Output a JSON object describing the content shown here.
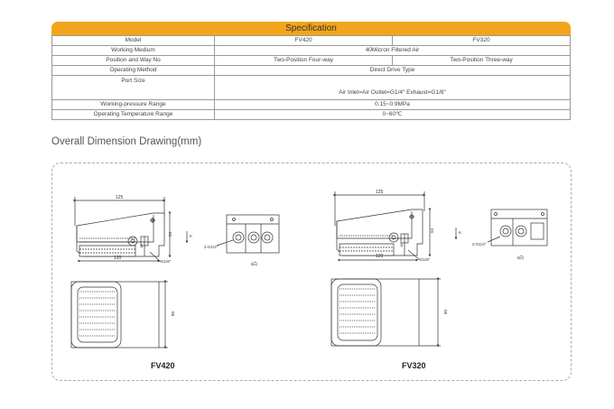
{
  "spec": {
    "title": "Specification",
    "rows": [
      {
        "label": "Model",
        "fv420": "FV420",
        "fv320": "FV320"
      },
      {
        "label": "Working Medium",
        "merged": "40Micron Filtered Air"
      },
      {
        "label": "Position and Way No",
        "fv420": "Two-Position Four-way",
        "fv320": "Two-Position Three-way"
      },
      {
        "label": "Operating Method",
        "merged": "Direct Drive Type"
      },
      {
        "label": "Port Size",
        "merged": "Air Inlet=Air Outlet=G1/4\"  Exhaust=G1/8\""
      },
      {
        "label": "Working-pressure Range",
        "merged": "0.15~0.9MPa"
      },
      {
        "label": "Operating Temperature Range",
        "merged": "0~60℃"
      }
    ]
  },
  "section_title": "Overall Dimension Drawing(mm)",
  "drawings": {
    "fv420": {
      "model": "FV420",
      "dim_length": "125",
      "dim_base": "120",
      "dim_height": "53",
      "dim_small": "18",
      "dim_width": "80",
      "port_exhaust": "G1/8\"",
      "port_side": "2-G1/4\"",
      "port_view_label": "k向",
      "k_arrow": "K"
    },
    "fv320": {
      "model": "FV320",
      "dim_length": "125",
      "dim_base": "120",
      "dim_height": "53",
      "dim_small": "18",
      "dim_width": "80",
      "port_exhaust": "G1/8\"",
      "port_side": "2-G1/4\"",
      "port_view_label": "k向",
      "k_arrow": "K"
    }
  },
  "colors": {
    "accent": "#f2a51a",
    "line": "#333333"
  }
}
